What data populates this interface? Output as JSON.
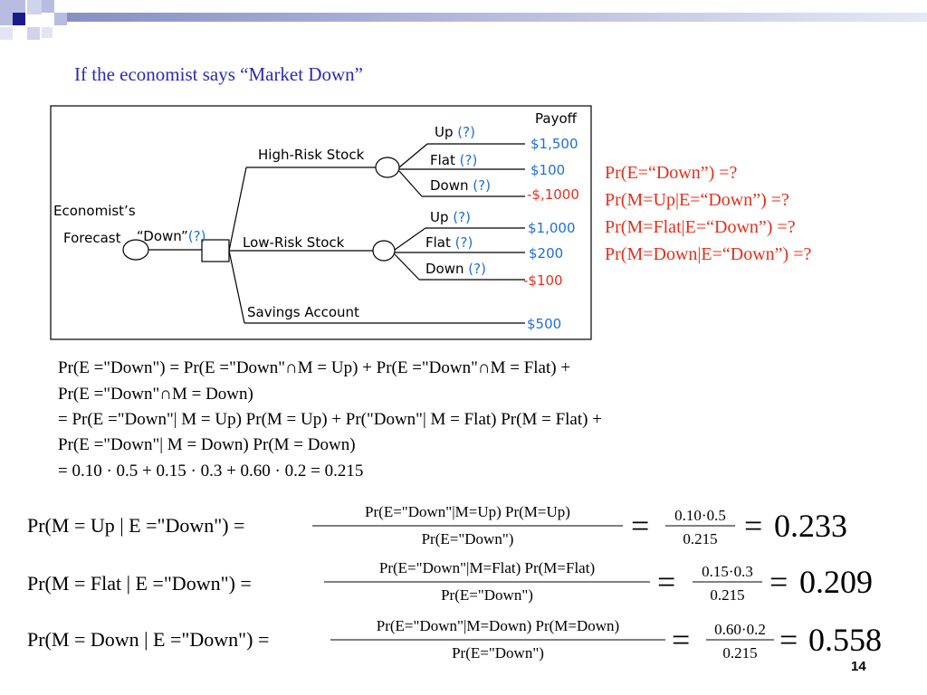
{
  "title": "If the economist says “Market Down”",
  "tree": {
    "payoff_header": "Payoff",
    "root_label_line1": "Economist’s",
    "root_label_line2": "Forecast",
    "branch_down_label": "“Down”",
    "unknown": "(?)",
    "high_risk": "High-Risk Stock",
    "low_risk": "Low-Risk Stock",
    "savings": "Savings Account",
    "up": "Up",
    "flat": "Flat",
    "down": "Down",
    "payoffs": {
      "high_up": "$1,500",
      "high_flat": "$100",
      "high_down": "-$,1000",
      "low_up": "$1,000",
      "low_flat": "$200",
      "low_down": "-$100",
      "savings": "$500"
    }
  },
  "questions": [
    "Pr(E=“Down”) =?",
    "Pr(M=Up|E=“Down”) =?",
    "Pr(M=Flat|E=“Down”) =?",
    "Pr(M=Down|E=“Down”) =?"
  ],
  "equations": [
    "Pr(E =\"Down\") = Pr(E =\"Down\"∩M = Up) + Pr(E =\"Down\"∩M = Flat) +",
    "Pr(E =\"Down\"∩M = Down)",
    "= Pr(E =\"Down\"| M = Up) Pr(M = Up) + Pr(\"Down\"| M = Flat) Pr(M = Flat) +",
    "Pr(E =\"Down\"| M = Down) Pr(M = Down)",
    "= 0.10 · 0.5 + 0.15 · 0.3 + 0.60 · 0.2 = 0.215"
  ],
  "posteriors": [
    {
      "lhs": "Pr(M = Up | E =\"Down\") =",
      "num": "Pr(E=\"Down\"|M=Up) Pr(M=Up)",
      "den": "Pr(E=\"Down\")",
      "eq": "=",
      "num2": "0.10·0.5",
      "den2": "0.215",
      "eq2": "=",
      "result": "0.233"
    },
    {
      "lhs": "Pr(M = Flat | E =\"Down\") =",
      "num": "Pr(E=\"Down\"|M=Flat) Pr(M=Flat)",
      "den": "Pr(E=\"Down\")",
      "eq": "=",
      "num2": "0.15·0.3",
      "den2": "0.215",
      "eq2": "=",
      "result": "0.209"
    },
    {
      "lhs": "Pr(M = Down | E =\"Down\") =",
      "num": "Pr(E=\"Down\"|M=Down) Pr(M=Down)",
      "den": "Pr(E=\"Down\")",
      "eq": "=",
      "num2": "0.60·0.2",
      "den2": "0.215",
      "eq2": "=",
      "result": "0.558"
    }
  ],
  "page_number": "14",
  "colors": {
    "title": "#2b2bb0",
    "question": "#e0301c",
    "payoff": "#1f6fd1",
    "header_bar": "#9aa3c8"
  }
}
